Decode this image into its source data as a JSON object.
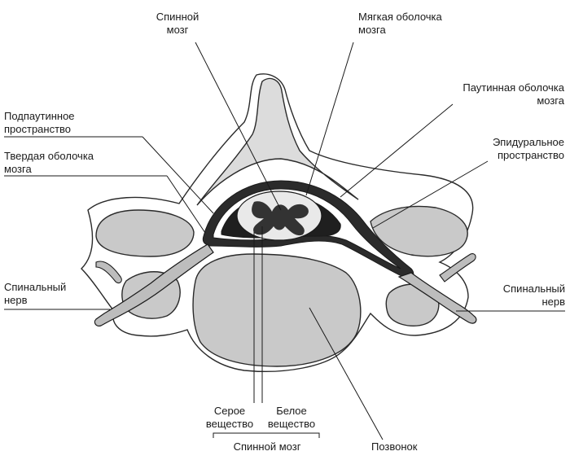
{
  "labels": {
    "spinal_cord_top": "Спинной\nмозг",
    "pia_mater": "Мягкая оболочка\nмозга",
    "arachnoid": "Паутинная оболочка\nмозга",
    "epidural_space": "Эпидуральное\nпространство",
    "subarachnoid_space": "Подпаутинное\nпространство",
    "dura_mater": "Твердая оболочка\nмозга",
    "spinal_nerve_left": "Спинальный\nнерв",
    "spinal_nerve_right": "Спинальный\nнерв",
    "gray_matter": "Серое\nвещество",
    "white_matter": "Белое\nвещество",
    "spinal_cord_bottom": "Спинной мозг",
    "vertebra": "Позвонок"
  },
  "colors": {
    "bone_fill": "#c9c9c9",
    "membrane_dark": "#2b2b2b",
    "gray_matter": "#333333"
  }
}
